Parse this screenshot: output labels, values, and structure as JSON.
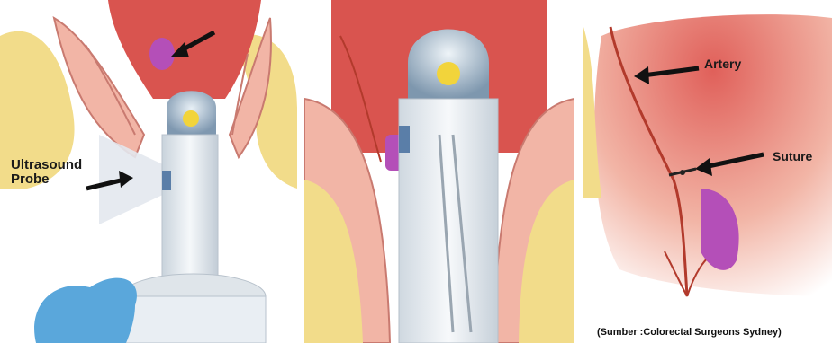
{
  "labels": {
    "probe_line1": "Ultrasound",
    "probe_line2": "Probe",
    "artery": "Artery",
    "suture": "Suture"
  },
  "caption": "(Sumber :Colorectal Surgeons Sydney)",
  "colors": {
    "tissue_red": "#d9544f",
    "tissue_pink": "#f2b5a6",
    "fat_yellow": "#f2dc8a",
    "hemorrhoid_purple": "#b44fb8",
    "device_light": "#e9eef3",
    "glove_blue": "#5aa7db",
    "indicator_yellow": "#f2d43b",
    "arrow": "#111111"
  },
  "icons": [
    "ultrasound-probe-icon",
    "arrow-icon"
  ]
}
